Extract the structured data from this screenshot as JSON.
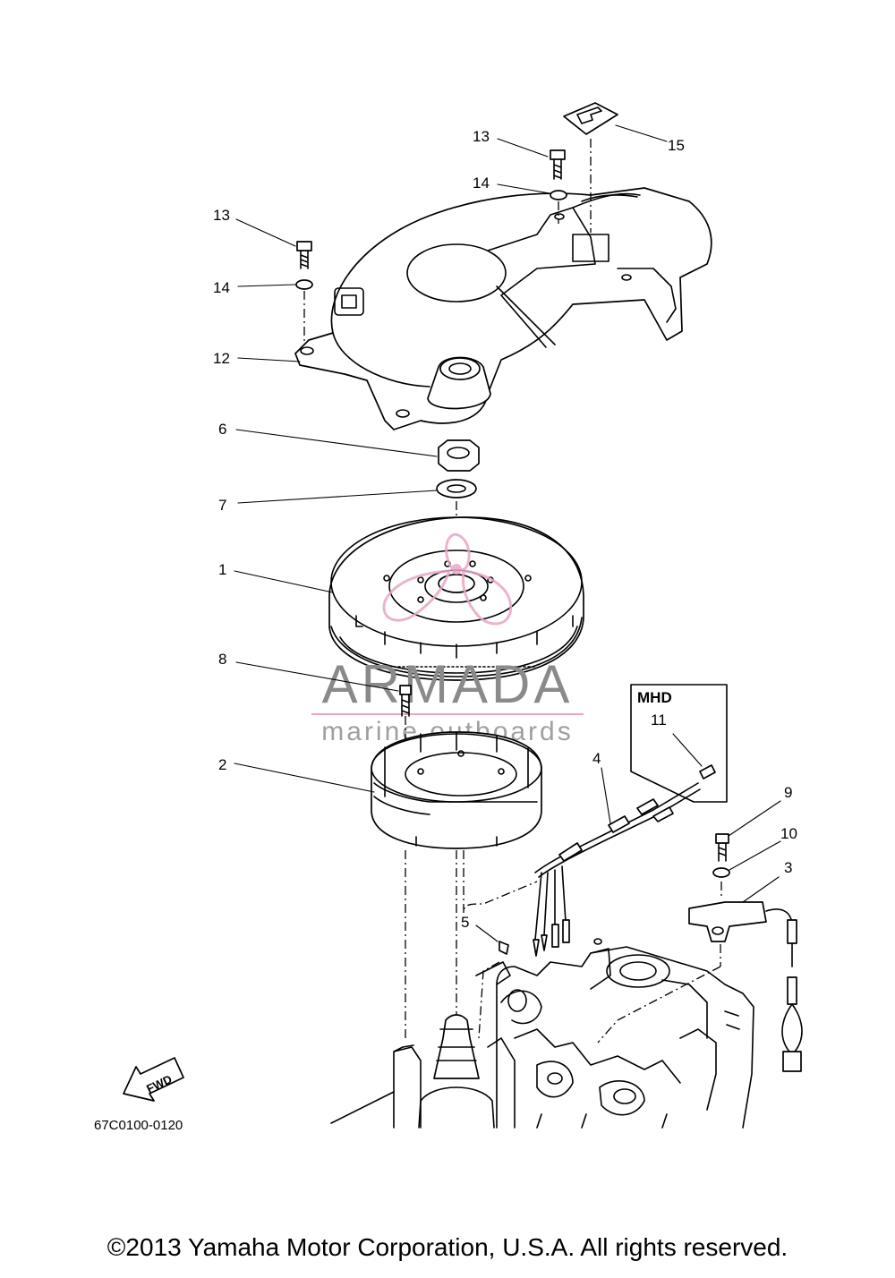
{
  "diagram": {
    "callouts": {
      "c1": "1",
      "c2": "2",
      "c3": "3",
      "c4": "4",
      "c5": "5",
      "c6": "6",
      "c7": "7",
      "c8": "8",
      "c9": "9",
      "c10": "10",
      "c11": "11",
      "c12": "12",
      "c13a": "13",
      "c13b": "13",
      "c14a": "14",
      "c14b": "14",
      "c15": "15"
    },
    "inset_label": "MHD",
    "direction_label": "FWD",
    "part_code": "67C0100-0120",
    "accent_color": "#e7a6c6",
    "line_color": "#000000"
  },
  "watermark": {
    "brand": "ARMADA",
    "tagline": "marine outboards"
  },
  "footer": {
    "copyright": "©2013 Yamaha Motor Corporation, U.S.A. All rights reserved."
  }
}
